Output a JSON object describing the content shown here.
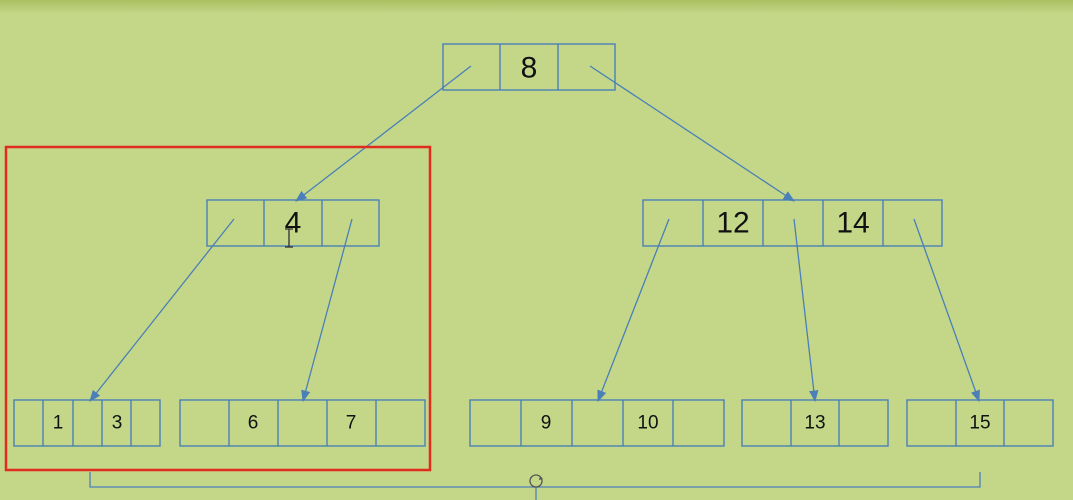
{
  "colors": {
    "background": "#c4d789",
    "node_stroke": "#4a7fb8",
    "highlight": "#e02b1f",
    "text": "#111111"
  },
  "tree": {
    "root": {
      "keys": [
        "8"
      ]
    },
    "level1": [
      {
        "keys": [
          "4"
        ]
      },
      {
        "keys": [
          "12",
          "14"
        ]
      }
    ],
    "leaves": [
      {
        "keys": [
          "1",
          "3"
        ]
      },
      {
        "keys": [
          "6",
          "7"
        ]
      },
      {
        "keys": [
          "9",
          "10"
        ]
      },
      {
        "keys": [
          "13"
        ]
      },
      {
        "keys": [
          "15"
        ]
      }
    ]
  },
  "icons": {
    "text_cursor": "text-cursor-icon",
    "rotate_handle": "rotate-handle-icon"
  }
}
